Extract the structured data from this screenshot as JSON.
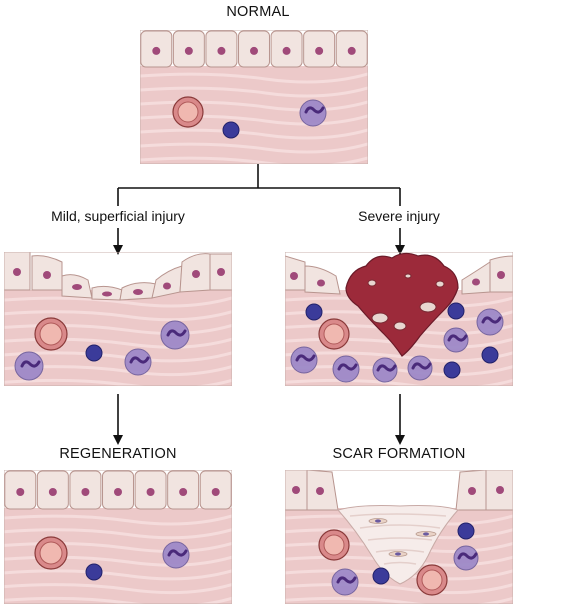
{
  "labels": {
    "normal": "NORMAL",
    "mild_injury": "Mild, superficial injury",
    "severe_injury": "Severe injury",
    "regeneration": "REGENERATION",
    "scar_formation": "SCAR FORMATION"
  },
  "colors": {
    "epithelial_cell": "#f1e4e0",
    "cell_border": "#b8958f",
    "nucleus": "#a04a7a",
    "connective_tissue": "#ecc9c9",
    "tissue_stripe": "#f5dcdc",
    "lymphocyte": "#3b3b9a",
    "neutrophil": "#9a86c8",
    "blood_vessel": "#d9898a",
    "clot": "#9c2a3a",
    "scar": "#f6ecea",
    "line": "#111111"
  }
}
